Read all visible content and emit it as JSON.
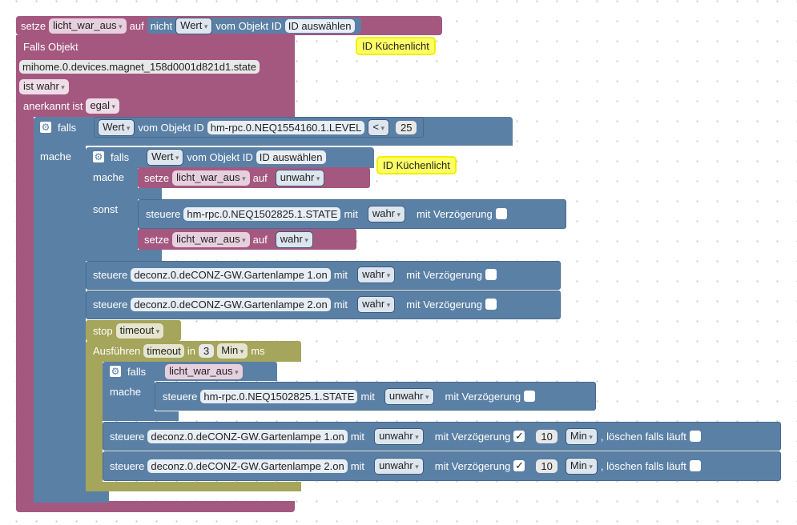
{
  "b1": {
    "setze": "setze",
    "var": "licht_war_aus",
    "auf": "auf",
    "nicht": "nicht",
    "wert": "Wert",
    "vom": "vom Objekt ID",
    "id": "ID auswählen"
  },
  "note1": "ID Küchenlicht",
  "b2": {
    "falls_objekt": "Falls Objekt",
    "object": "mihome.0.devices.magnet_158d0001d821d1.state",
    "ist": "ist wahr",
    "anerkannt": "anerkannt ist",
    "egal": "egal"
  },
  "b3": {
    "falls": "falls",
    "wert": "Wert",
    "vom": "vom Objekt ID",
    "id": "hm-rpc.0.NEQ1554160.1.LEVEL",
    "op": "<",
    "num": "25",
    "mache": "mache"
  },
  "b4": {
    "falls": "falls",
    "wert": "Wert",
    "vom": "vom Objekt ID",
    "id": "ID auswählen",
    "mache": "mache",
    "sonst": "sonst"
  },
  "note2": "ID Küchenlicht",
  "s1": {
    "setze": "setze",
    "var": "licht_war_aus",
    "auf": "auf",
    "val": "unwahr"
  },
  "s2": {
    "steuere": "steuere",
    "id": "hm-rpc.0.NEQ1502825.1.STATE",
    "mit": "mit",
    "val": "wahr",
    "delay": "mit Verzögerung"
  },
  "s3": {
    "setze": "setze",
    "var": "licht_war_aus",
    "auf": "auf",
    "val": "wahr"
  },
  "s4": {
    "steuere": "steuere",
    "id": "deconz.0.deCONZ-GW.Gartenlampe 1.on",
    "mit": "mit",
    "val": "wahr",
    "delay": "mit Verzögerung"
  },
  "s5": {
    "steuere": "steuere",
    "id": "deconz.0.deCONZ-GW.Gartenlampe 2.on",
    "mit": "mit",
    "val": "wahr",
    "delay": "mit Verzögerung"
  },
  "stop": {
    "label": "stop",
    "val": "timeout"
  },
  "run": {
    "label": "Ausführen",
    "var": "timeout",
    "in": "in",
    "num": "3",
    "unit": "Min",
    "ms": "ms"
  },
  "b5": {
    "falls": "falls",
    "var": "licht_war_aus",
    "mache": "mache"
  },
  "s6": {
    "steuere": "steuere",
    "id": "hm-rpc.0.NEQ1502825.1.STATE",
    "mit": "mit",
    "val": "unwahr",
    "delay": "mit Verzögerung"
  },
  "s7": {
    "steuere": "steuere",
    "id": "deconz.0.deCONZ-GW.Gartenlampe 1.on",
    "mit": "mit",
    "val": "unwahr",
    "delay": "mit Verzögerung",
    "check": "✓",
    "num": "10",
    "unit": "Min",
    "clear": ", löschen falls läuft"
  },
  "s8": {
    "steuere": "steuere",
    "id": "deconz.0.deCONZ-GW.Gartenlampe 2.on",
    "mit": "mit",
    "val": "unwahr",
    "delay": "mit Verzögerung",
    "check": "✓",
    "num": "10",
    "unit": "Min",
    "clear": ", löschen falls läuft"
  },
  "colors": {
    "pink": "#a5587f",
    "blue": "#5b80a5",
    "olive": "#a5a55b",
    "note": "#ffff66"
  }
}
